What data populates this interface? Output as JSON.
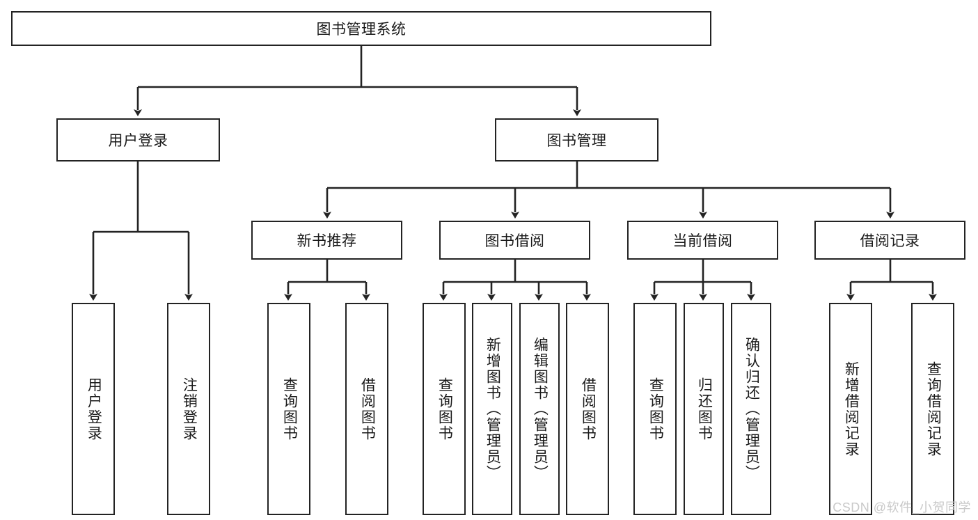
{
  "diagram": {
    "title": "图书管理系统",
    "type": "tree-hierarchy",
    "watermark": "CSDN @软件_小贺同学",
    "colors": {
      "box_border": "#232323",
      "box_fill": "#ffffff",
      "edge": "#232323",
      "text": "#1a1a1a",
      "watermark": "#c9c9c9"
    },
    "root": {
      "label": "图书管理系统"
    },
    "level2": [
      {
        "label": "用户登录"
      },
      {
        "label": "图书管理"
      }
    ],
    "level3": [
      {
        "label": "新书推荐"
      },
      {
        "label": "图书借阅"
      },
      {
        "label": "当前借阅"
      },
      {
        "label": "借阅记录"
      }
    ],
    "leaves": {
      "user_login": [
        {
          "label": "用户登录"
        },
        {
          "label": "注销登录"
        }
      ],
      "new_book_recommend": [
        {
          "label": "查询图书"
        },
        {
          "label": "借阅图书"
        }
      ],
      "book_borrow": [
        {
          "label": "查询图书"
        },
        {
          "label": "新增图书（管理员）"
        },
        {
          "label": "编辑图书（管理员）"
        },
        {
          "label": "借阅图书"
        }
      ],
      "current_borrow": [
        {
          "label": "查询图书"
        },
        {
          "label": "归还图书"
        },
        {
          "label": "确认归还（管理员）"
        }
      ],
      "borrow_record": [
        {
          "label": "新增借阅记录"
        },
        {
          "label": "查询借阅记录"
        }
      ]
    }
  }
}
